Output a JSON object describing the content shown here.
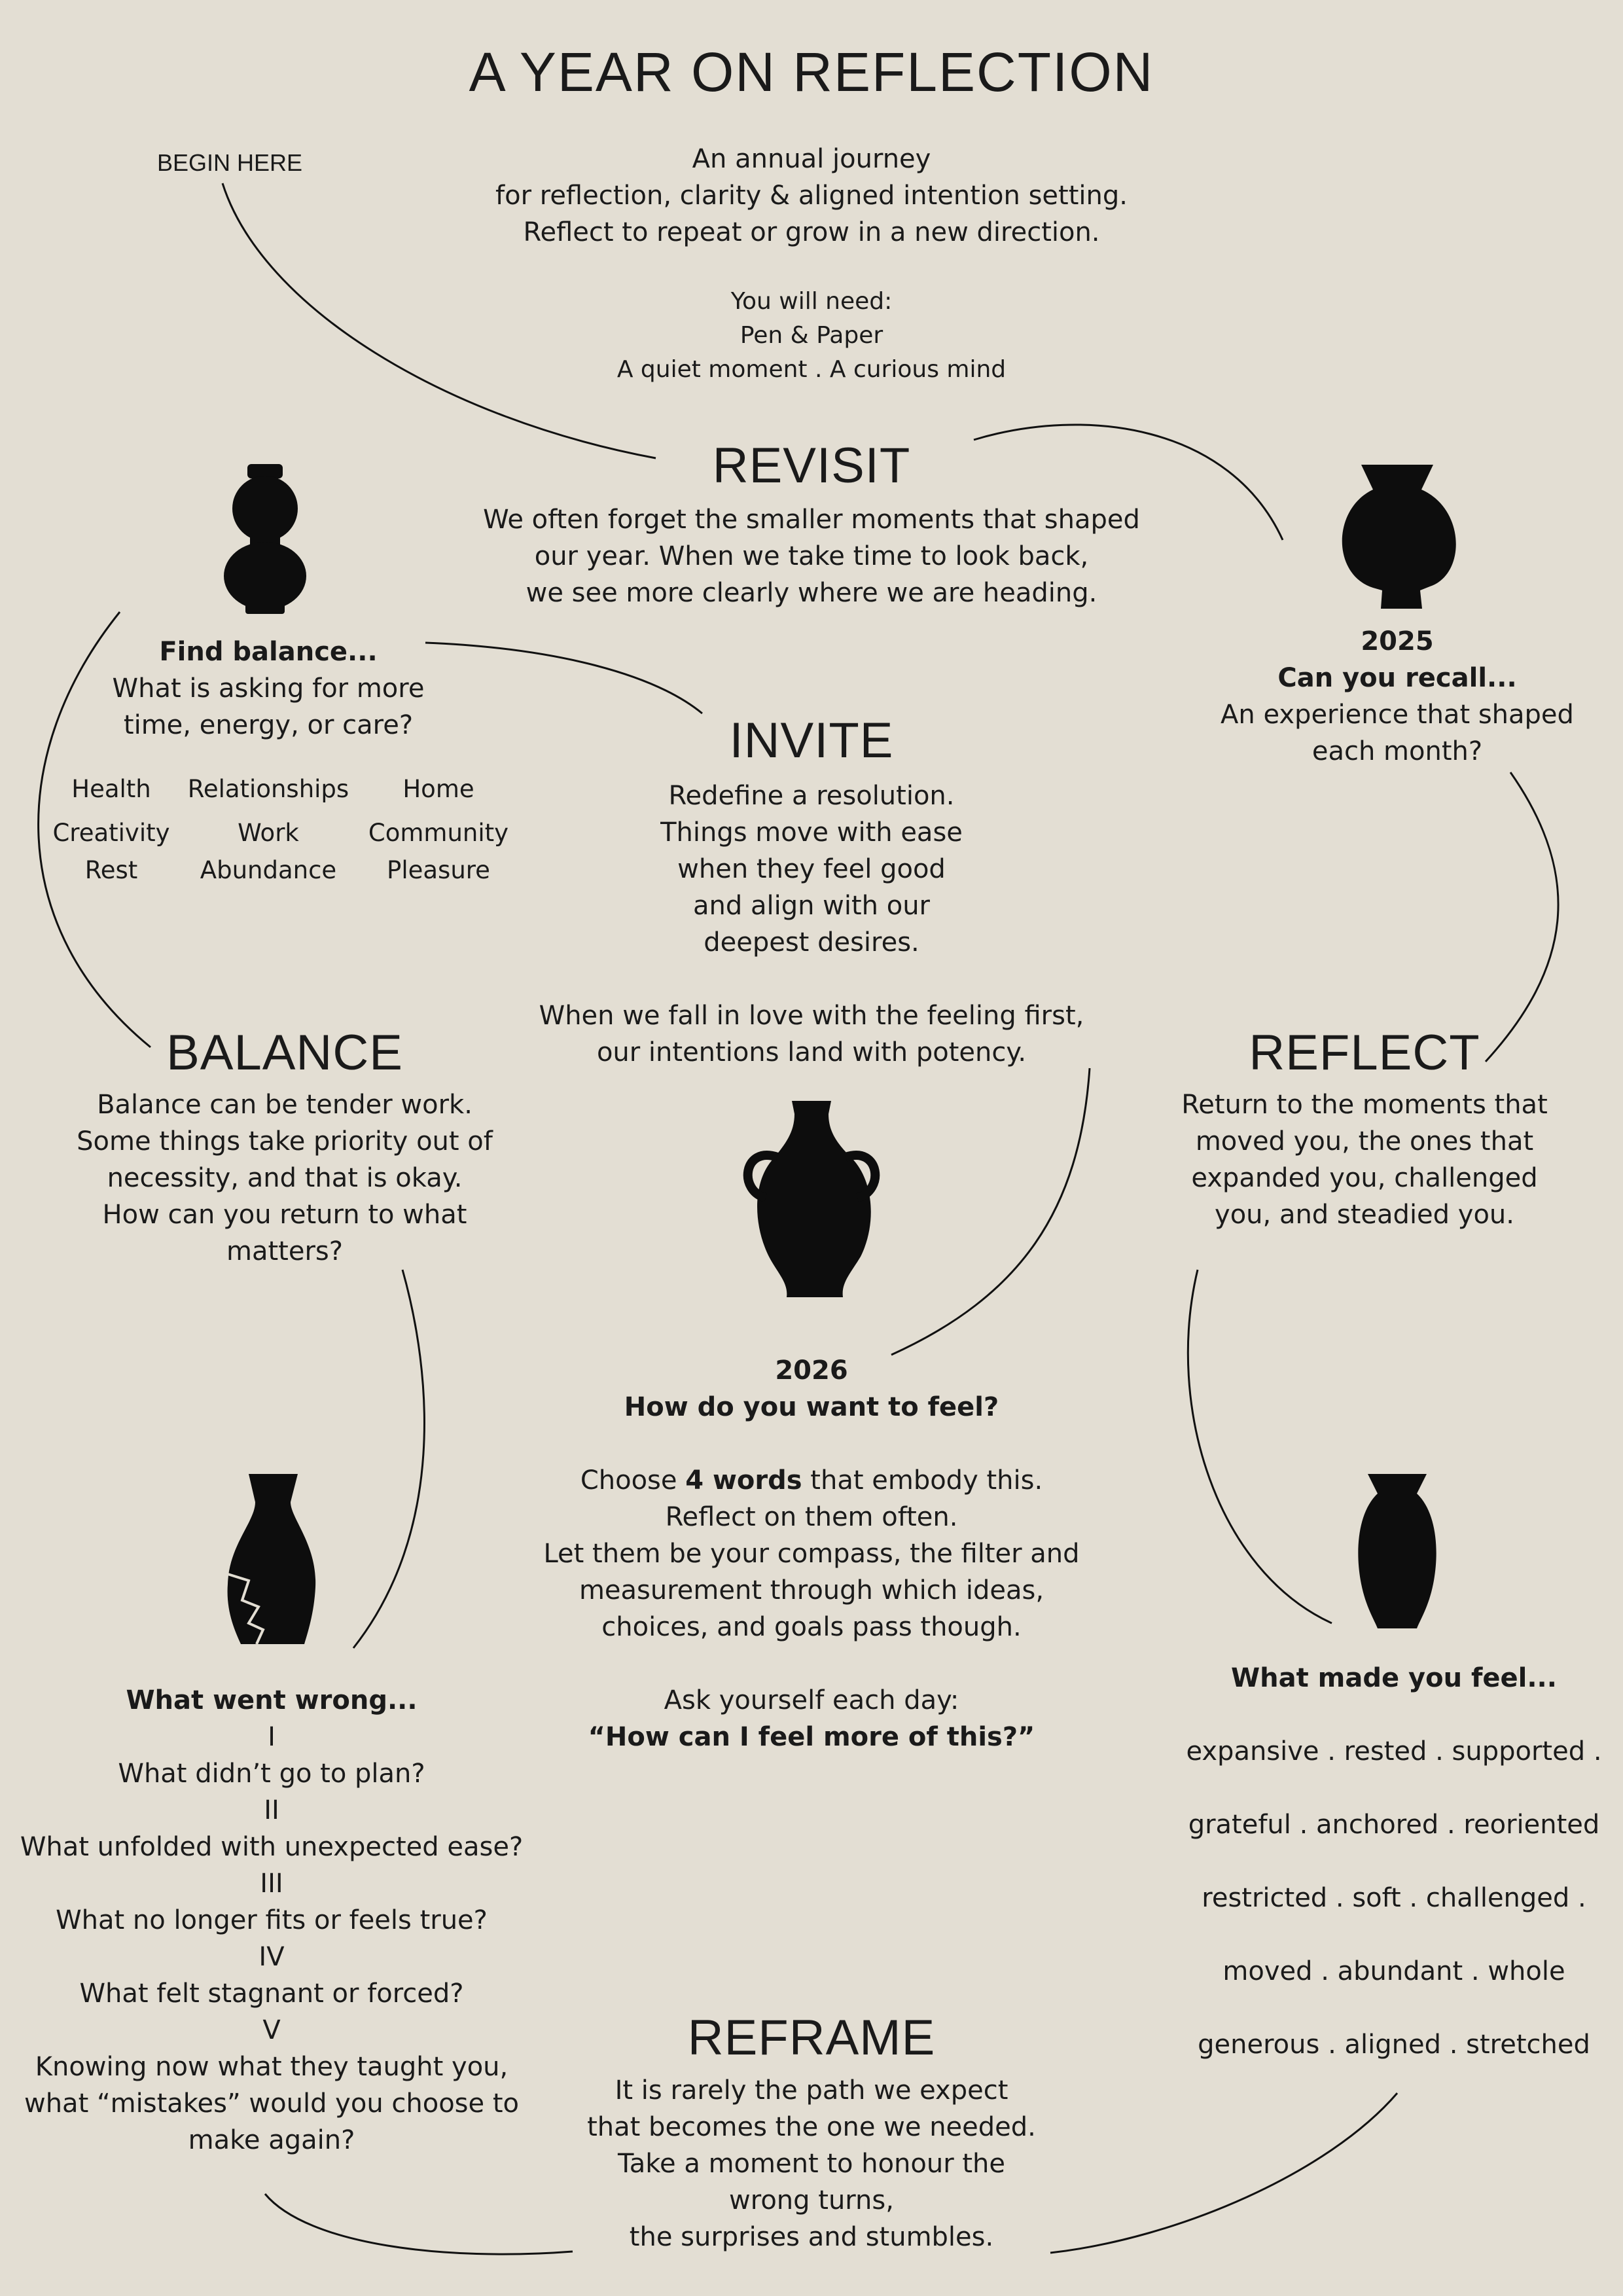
{
  "title": "A YEAR ON REFLECTION",
  "begin": "BEGIN HERE",
  "intro": {
    "lines": [
      "An annual journey",
      "for reflection, clarity & aligned intention setting.",
      "Reflect to repeat or grow in a new direction."
    ],
    "need_title": "You will need:",
    "need_items": [
      "Pen & Paper",
      "A quiet moment . A curious mind"
    ]
  },
  "revisit": {
    "heading": "REVISIT",
    "lines": [
      "We often forget the smaller moments that shaped",
      "our year. When we take time to look back,",
      "we see more clearly where we are heading."
    ]
  },
  "year2025": {
    "year": "2025",
    "question": "Can you recall...",
    "lines": [
      "An experience that shaped",
      "each month?"
    ]
  },
  "find_balance": {
    "title": "Find balance...",
    "lines": [
      "What is asking for more",
      "time, energy, or care?"
    ],
    "areas": [
      "Health",
      "Relationships",
      "Home",
      "Creativity",
      "Work",
      "Community",
      "Rest",
      "Abundance",
      "Pleasure"
    ]
  },
  "invite": {
    "heading": "INVITE",
    "lines": [
      "Redefine a resolution.",
      "Things move with ease",
      "when they feel good",
      "and align with our",
      "deepest desires."
    ],
    "lines2": [
      "When we fall in love with the feeling first,",
      "our intentions land with potency."
    ]
  },
  "balance": {
    "heading": "BALANCE",
    "lines": [
      "Balance can be tender work.",
      "Some things take priority out of",
      "necessity, and that is okay.",
      "How can you return to what",
      "matters?"
    ]
  },
  "reflect": {
    "heading": "REFLECT",
    "lines": [
      "Return to the moments that",
      "moved you, the ones that",
      "expanded you, challenged",
      "you, and steadied you."
    ]
  },
  "year2026": {
    "year": "2026",
    "question": "How do you want to feel?",
    "choose_pre": "Choose ",
    "choose_bold": "4 words",
    "choose_post": " that embody this.",
    "lines": [
      "Reflect on them often.",
      "Let them be your compass, the filter and",
      "measurement through which ideas,",
      "choices, and goals pass though."
    ],
    "ask": "Ask yourself each day:",
    "quote": "“How can I feel more of this?”"
  },
  "wrong": {
    "title": "What went wrong...",
    "items": [
      {
        "numeral": "I",
        "text": "What didn’t go to plan?"
      },
      {
        "numeral": "II",
        "text": "What unfolded with unexpected ease?"
      },
      {
        "numeral": "III",
        "text": "What no longer fits or feels true?"
      },
      {
        "numeral": "IV",
        "text": "What felt stagnant or forced?"
      },
      {
        "numeral": "V",
        "text": "Knowing now what they taught you,"
      }
    ],
    "tail": [
      "what “mistakes” would you choose to",
      "make again?"
    ]
  },
  "made_feel": {
    "title": "What made you feel...",
    "words": [
      "expansive .  rested . supported .",
      "grateful . anchored . reoriented",
      "restricted . soft . challenged .",
      "moved . abundant . whole",
      "generous . aligned . stretched"
    ]
  },
  "reframe": {
    "heading": "REFRAME",
    "lines": [
      "It is rarely the path we expect",
      "that becomes the one we needed.",
      "Take a moment to honour the",
      "wrong turns,",
      "the surprises and stumbles."
    ]
  },
  "colors": {
    "background": "#e3ded3",
    "ink": "#1a1a1a",
    "vase": "#0d0d0d"
  }
}
